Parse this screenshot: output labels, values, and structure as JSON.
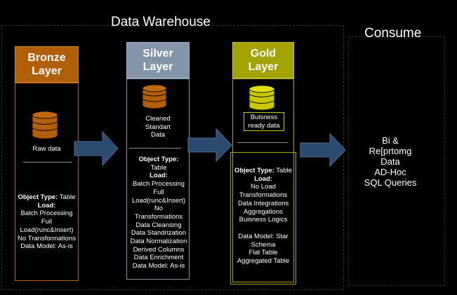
{
  "warehouse_title": "Data Warehouse",
  "consume_title": "Consume",
  "bronze": {
    "title_line1": "Bronze",
    "title_line2": "Layer",
    "caption": "Raw data",
    "details": {
      "object_type_label": "Object Type:",
      "object_type_value": "Table",
      "load_label": "Load:",
      "lines": [
        "Batch Processing",
        "Full",
        "Load(runc&Insert)",
        "No Transformations"
      ],
      "data_model": "Data Model: As-is"
    }
  },
  "silver": {
    "title_line1": "Silver",
    "title_line2": "Layer",
    "caption_lines": [
      "Cleaned",
      "Standart",
      "Data"
    ],
    "details": {
      "object_type_label": "Object Type:",
      "object_type_value": "Table",
      "load_label": "Load:",
      "lines": [
        "Batch Processing",
        "Full",
        "Load(runc&Insert)",
        "No",
        "Transformations",
        "Data Cleansing",
        "Data Standrization",
        "Data Normalization",
        "Derived Columns",
        "Data Enrichment",
        "Data Model: As-is"
      ]
    }
  },
  "gold": {
    "title_line1": "Gold",
    "title_line2": "Layer",
    "caption_lines": [
      "Buisness",
      "ready data"
    ],
    "details": {
      "object_type_label": "Object Type:",
      "object_type_value": "Table",
      "load_label": "Load:",
      "lines": [
        "No Load",
        "Transformations",
        "Data Integrations",
        "Aggregations",
        "Buisness Logics"
      ],
      "data_model_lines": [
        "Data Model: Star",
        "Schema",
        "Flat Table",
        "Aggregated Table"
      ]
    }
  },
  "consume": {
    "lines": [
      "Bi &",
      "Re[prtomg",
      "Data",
      "AD-Hoc",
      "SQL Queries"
    ]
  },
  "colors": {
    "bronze": "#b15f0a",
    "silver": "#8495a9",
    "gold": "#a2a300",
    "arrow": "#2d4a6e"
  }
}
